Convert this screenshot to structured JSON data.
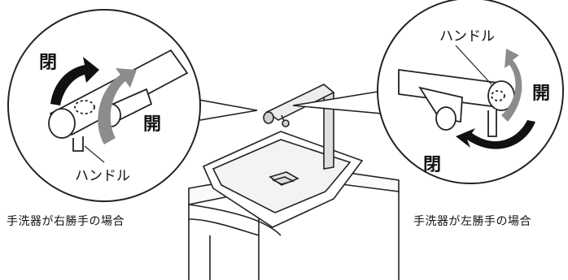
{
  "left_callout": {
    "close_label": "閉",
    "open_label": "開",
    "handle_label": "ハンドル",
    "caption": "手洗器が右勝手の場合"
  },
  "right_callout": {
    "close_label": "閉",
    "open_label": "開",
    "handle_label": "ハンドル",
    "caption": "手洗器が左勝手の場合"
  },
  "colors": {
    "open_arrow": "#8c8c8c",
    "close_arrow": "#111111",
    "line": "#222222",
    "gray_fill": "#d9d9d9"
  }
}
